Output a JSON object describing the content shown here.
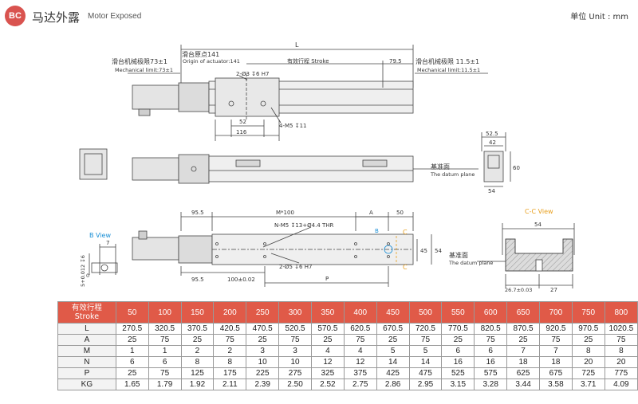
{
  "header": {
    "badge": "BC",
    "title_cn": "马达外露",
    "title_en": "Motor Exposed",
    "unit": "单位 Unit : mm"
  },
  "labels": {
    "L": "L",
    "slide_origin_cn": "滑台原点141",
    "slide_origin_en": "Origin of actuator:141",
    "stroke": "有效行程 Stroke",
    "mech_left_cn": "滑台机械极限73±1",
    "mech_left_en": "Mechanical limit:73±1",
    "mech_right_cn": "滑台机械极限 11.5±1",
    "mech_right_en": "Mechanical limit:11.5±1",
    "d795": "79.5",
    "hole_pin": "2-Ø3 ↧6 H7",
    "d52": "52",
    "d116": "116",
    "screw4": "4-M5 ↧11",
    "d52_5": "52.5",
    "d42": "42",
    "d60": "60",
    "d54_side": "54",
    "datum_cn": "基准面",
    "datum_en": "The datum plane",
    "d95_5_top": "95.5",
    "m100": "M*100",
    "dimA": "A",
    "d50": "50",
    "n_thread": "N-M5 ↧13+Ø4.4 THR",
    "B": "B",
    "C": "C",
    "d45": "45",
    "d54_bot": "54",
    "pin2": "2-Ø5 ↧6 H7",
    "d95_5_bot": "95.5",
    "d100": "100±0.02",
    "P": "P",
    "b_view": "B View",
    "b7": "7",
    "b_tol": "5+0.012 ↧6",
    "b_zero": "0",
    "cc_view": "C-C View",
    "cc54": "54",
    "cc267": "26.7±0.03",
    "cc27": "27"
  },
  "table": {
    "corner_cn": "有效行程",
    "corner_en": "Stroke",
    "strokes": [
      "50",
      "100",
      "150",
      "200",
      "250",
      "300",
      "350",
      "400",
      "450",
      "500",
      "550",
      "600",
      "650",
      "700",
      "750",
      "800"
    ],
    "rows": [
      {
        "name": "L",
        "values": [
          "270.5",
          "320.5",
          "370.5",
          "420.5",
          "470.5",
          "520.5",
          "570.5",
          "620.5",
          "670.5",
          "720.5",
          "770.5",
          "820.5",
          "870.5",
          "920.5",
          "970.5",
          "1020.5"
        ]
      },
      {
        "name": "A",
        "values": [
          "25",
          "75",
          "25",
          "75",
          "25",
          "75",
          "25",
          "75",
          "25",
          "75",
          "25",
          "75",
          "25",
          "75",
          "25",
          "75"
        ]
      },
      {
        "name": "M",
        "values": [
          "1",
          "1",
          "2",
          "2",
          "3",
          "3",
          "4",
          "4",
          "5",
          "5",
          "6",
          "6",
          "7",
          "7",
          "8",
          "8"
        ]
      },
      {
        "name": "N",
        "values": [
          "6",
          "6",
          "8",
          "8",
          "10",
          "10",
          "12",
          "12",
          "14",
          "14",
          "16",
          "16",
          "18",
          "18",
          "20",
          "20"
        ]
      },
      {
        "name": "P",
        "values": [
          "25",
          "75",
          "125",
          "175",
          "225",
          "275",
          "325",
          "375",
          "425",
          "475",
          "525",
          "575",
          "625",
          "675",
          "725",
          "775"
        ]
      },
      {
        "name": "KG",
        "values": [
          "1.65",
          "1.79",
          "1.92",
          "2.11",
          "2.39",
          "2.50",
          "2.52",
          "2.75",
          "2.86",
          "2.95",
          "3.15",
          "3.28",
          "3.44",
          "3.58",
          "3.71",
          "4.09"
        ]
      }
    ]
  },
  "colors": {
    "accent": "#e05a48",
    "blue": "#1a8fd6",
    "orange": "#e8a020"
  }
}
